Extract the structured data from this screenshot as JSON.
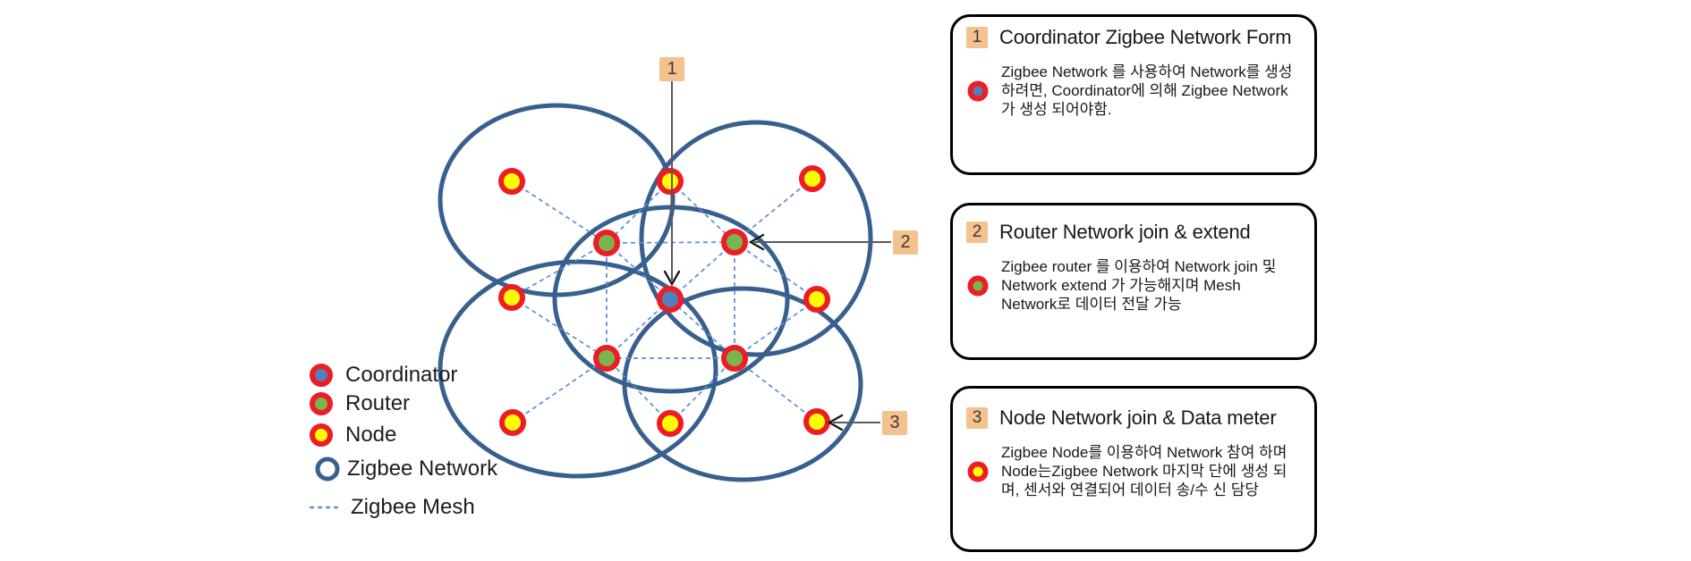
{
  "colors": {
    "node_yellow": "#ffff00",
    "router_green": "#77b64e",
    "coordinator_blue": "#4f81bd",
    "ring_red": "#ee1c25",
    "network_stroke": "#38608e",
    "mesh_blue": "#5b8dd3",
    "callout_bg": "#f5c18d",
    "box_border": "#000000"
  },
  "legend": {
    "coordinator": "Coordinator",
    "router": "Router",
    "node": "Node",
    "network": "Zigbee Network",
    "mesh": "Zigbee Mesh"
  },
  "diagram": {
    "callout1": "1",
    "callout2": "2",
    "callout3": "3"
  },
  "info_boxes": [
    {
      "number": "1",
      "title": "Coordinator Zigbee Network Form",
      "body": "Zigbee Network 를 사용하여 Network를 생성 하려면, Coordinator에 의해 Zigbee Network가 생성 되어야함.",
      "icon": "coordinator-circle"
    },
    {
      "number": "2",
      "title": "Router Network join & extend",
      "body": "Zigbee router 를 이용하여 Network join 및 Network extend 가 가능해지며 Mesh Network로 데이터 전달 가능",
      "icon": "router-circle"
    },
    {
      "number": "3",
      "title": "Node Network join & Data meter",
      "body": "Zigbee Node를 이용하여 Network 참여 하며 Node는Zigbee Network 마지막 단에 생성 되며, 센서와 연결되어 데이터 송/수 신 담당",
      "icon": "node-circle"
    }
  ]
}
